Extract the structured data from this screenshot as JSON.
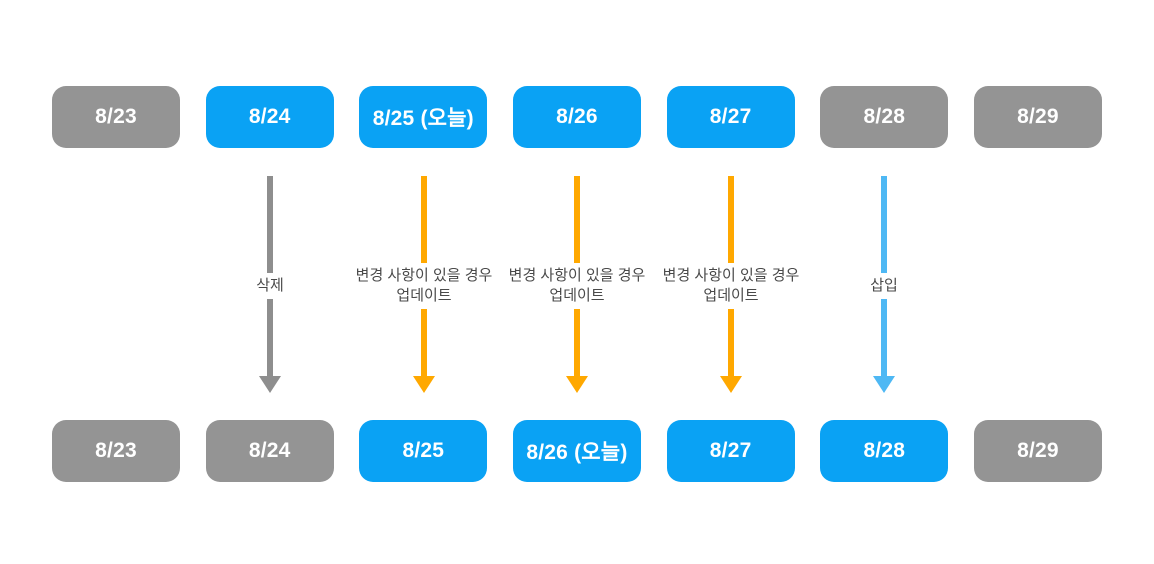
{
  "colors": {
    "background": "#ffffff",
    "active_box": "#0aa2f4",
    "inactive_box": "#949494",
    "box_text": "#ffffff",
    "delete_arrow": "#8e8e8e",
    "update_arrow": "#ffa800",
    "insert_arrow": "#4eb8f4",
    "label_text": "#4a4a4a"
  },
  "rows": {
    "top": [
      {
        "label": "8/23",
        "state": "inactive"
      },
      {
        "label": "8/24",
        "state": "active"
      },
      {
        "label": "8/25 (오늘)",
        "state": "active"
      },
      {
        "label": "8/26",
        "state": "active"
      },
      {
        "label": "8/27",
        "state": "active"
      },
      {
        "label": "8/28",
        "state": "inactive"
      },
      {
        "label": "8/29",
        "state": "inactive"
      }
    ],
    "bottom": [
      {
        "label": "8/23",
        "state": "inactive"
      },
      {
        "label": "8/24",
        "state": "inactive"
      },
      {
        "label": "8/25",
        "state": "active"
      },
      {
        "label": "8/26 (오늘)",
        "state": "active"
      },
      {
        "label": "8/27",
        "state": "active"
      },
      {
        "label": "8/28",
        "state": "active"
      },
      {
        "label": "8/29",
        "state": "inactive"
      }
    ]
  },
  "arrows": [
    {
      "type": "delete",
      "label": "삭제"
    },
    {
      "type": "update",
      "label": "변경 사항이 있을 경우\n업데이트"
    },
    {
      "type": "update",
      "label": "변경 사항이 있을 경우\n업데이트"
    },
    {
      "type": "update",
      "label": "변경 사항이 있을 경우\n업데이트"
    },
    {
      "type": "insert",
      "label": "삽입"
    }
  ]
}
